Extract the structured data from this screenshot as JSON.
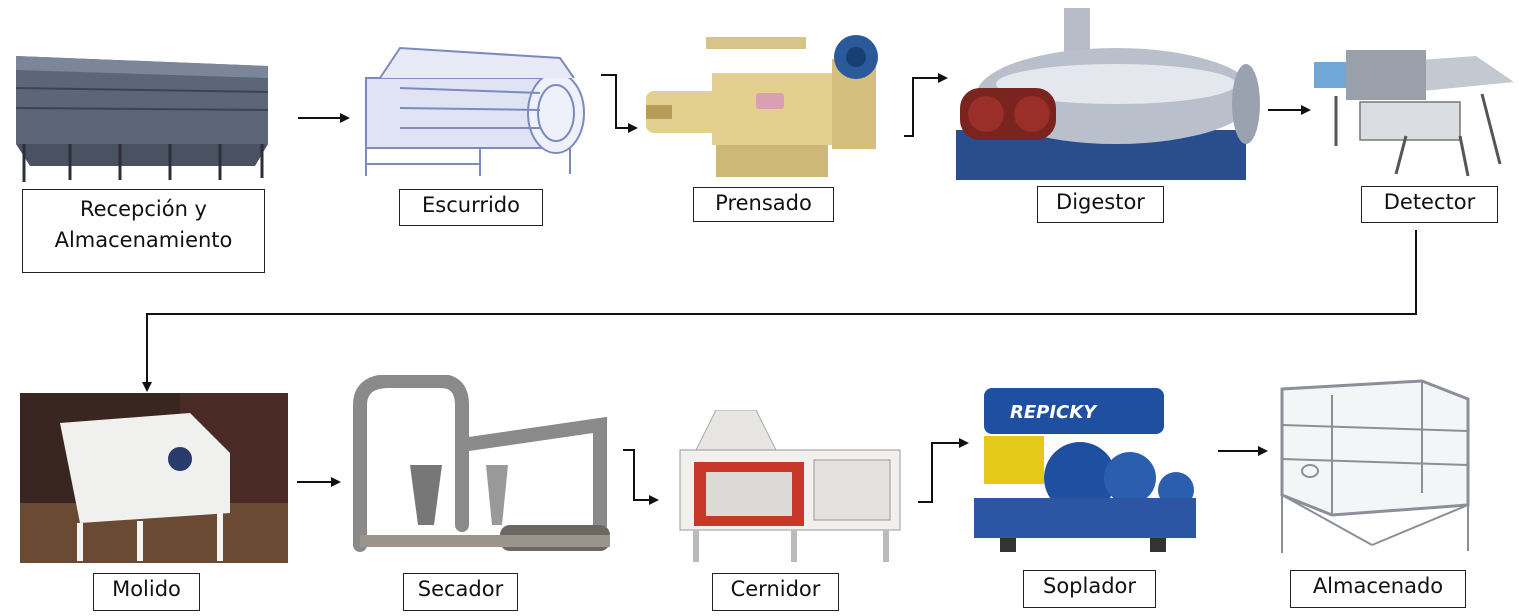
{
  "steps": [
    {
      "id": "recepcion",
      "label": "Recepción y\nAlmacenamiento",
      "line1": "Recepción y",
      "line2": "Almacenamiento"
    },
    {
      "id": "escurrido",
      "label": "Escurrido"
    },
    {
      "id": "prensado",
      "label": "Prensado"
    },
    {
      "id": "digestor",
      "label": "Digestor"
    },
    {
      "id": "detector",
      "label": "Detector"
    },
    {
      "id": "molido",
      "label": "Molido"
    },
    {
      "id": "secador",
      "label": "Secador"
    },
    {
      "id": "cernidor",
      "label": "Cernidor"
    },
    {
      "id": "soplador",
      "label": "Soplador"
    },
    {
      "id": "almacenado",
      "label": "Almacenado"
    }
  ],
  "brand_text": "REPICKY",
  "colors": {
    "line": "#111111",
    "steel": "#8c96a8",
    "blue_machine": "#1f4fa0",
    "cream_machine": "#e3cf8f",
    "red_accent": "#c53a2c"
  }
}
